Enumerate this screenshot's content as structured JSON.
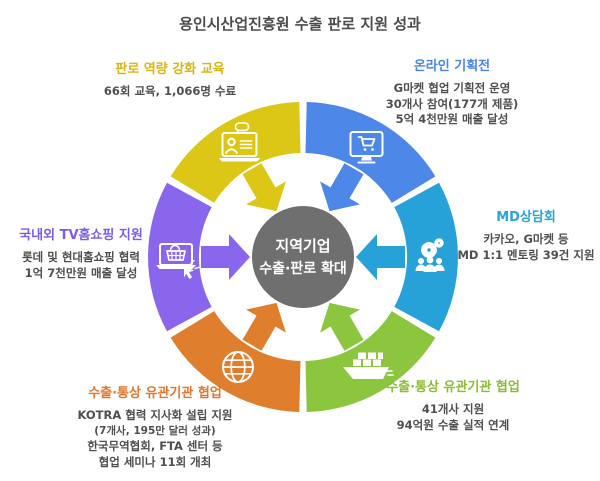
{
  "title": "용인시산업진흥원 수출 판로 지원 성과",
  "center": {
    "line1": "지역기업",
    "line2": "수출·판로 확대",
    "circle_color": "#6f6f6f",
    "text_color": "#ffffff"
  },
  "sections": [
    {
      "id": "education",
      "heading": "판로 역량 강화 교육",
      "heading_color": "#d9b513",
      "color": "#ddc716",
      "icon": "webinar-laptop-icon",
      "lines": [
        "66회 교육, 1,066명 수료"
      ]
    },
    {
      "id": "online-exhibition",
      "heading": "온라인 기획전",
      "heading_color": "#4a86e8",
      "color": "#4d87e8",
      "icon": "monitor-cart-icon",
      "lines": [
        "G마켓 협업 기획전 운영",
        "30개사 참여(177개 제품)",
        "5억 4천만원 매출 달성"
      ]
    },
    {
      "id": "md-meeting",
      "heading": "MD상담회",
      "heading_color": "#2aa3da",
      "color": "#27a2d8",
      "icon": "people-gears-icon",
      "lines": [
        "카카오, G마켓 등",
        "MD 1:1 멘토링 39건 지원"
      ]
    },
    {
      "id": "export-agency-collab",
      "heading": "수출·통상 유관기관 협업",
      "heading_color": "#8cbb35",
      "color": "#8cc63f",
      "icon": "cargo-ship-icon",
      "lines": [
        "41개사 지원",
        "94억원 수출 실적 연계"
      ]
    },
    {
      "id": "trade-agency-collab",
      "heading": "수출·통상 유관기관 협업",
      "heading_color": "#e2762b",
      "color": "#df7f2e",
      "icon": "globe-icon",
      "lines": [
        "KOTRA 협력 지사화 설립 지원",
        "(7개사, 195만 달러 성과)",
        "한국무역협회, FTA 센터 등",
        "협업 세미나 11회 개최"
      ]
    },
    {
      "id": "tv-home-shopping",
      "heading": "국내외 TV홈쇼핑 지원",
      "heading_color": "#7c5cea",
      "color": "#8a66ec",
      "icon": "laptop-basket-icon",
      "lines": [
        "롯데 및 현대홈쇼핑 협력",
        "1억 7천만원 매출 달성"
      ]
    }
  ]
}
